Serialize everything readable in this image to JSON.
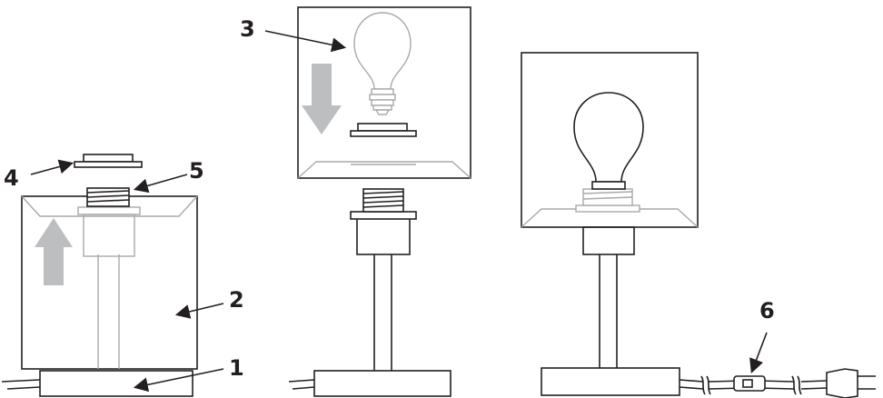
{
  "figure": {
    "callouts": [
      {
        "id": "1",
        "text": "1"
      },
      {
        "id": "2",
        "text": "2"
      },
      {
        "id": "3",
        "text": "3"
      },
      {
        "id": "4",
        "text": "4"
      },
      {
        "id": "5",
        "text": "5"
      },
      {
        "id": "6",
        "text": "6"
      }
    ],
    "steps": [
      "step-1-shade-attach",
      "step-2-bulb-insert",
      "step-3-assembled"
    ],
    "colors": {
      "line": "#231f20",
      "hint_gray": "#a7a9ac",
      "motion_arrow": "#bcbec0",
      "background": "#ffffff"
    }
  }
}
